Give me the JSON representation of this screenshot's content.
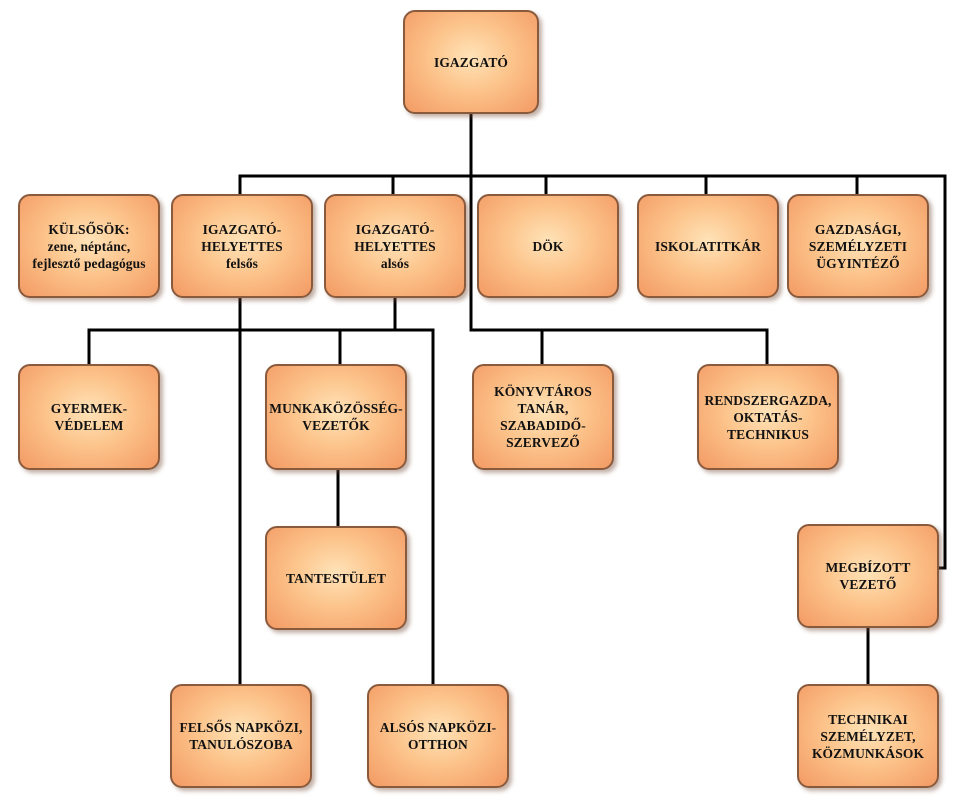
{
  "nodes": {
    "root": "IGAZGATÓ",
    "kulsosok": "KÜLSŐSÖK:\nzene, néptánc,\nfejlesztő pedagógus",
    "ih_felso": "IGAZGATÓ-\nHELYETTES\nfelsős",
    "ih_also": "IGAZGATÓ-\nHELYETTES\nalsós",
    "dok": "DÖK",
    "iskolatitkar": "ISKOLATITKÁR",
    "gazdasagi": "GAZDASÁGI,\nSZEMÉLYZETI\nÜGYINTÉZŐ",
    "gyermekvedelem": "GYERMEK-\nVÉDELEM",
    "munkakozosseg": "MUNKAKÖZÖSSÉG-\nVEZETŐK",
    "konyvtaros": "KÖNYVTÁROS\nTANÁR,\nSZABADIDŐ-\nSZERVEZŐ",
    "rendszergazda": "RENDSZERGAZDA,\nOKTATÁS-\nTECHNIKUS",
    "tantestulet": "TANTESTÜLET",
    "megbizott": "MEGBÍZOTT\nVEZETŐ",
    "felso_napkozi": "FELSŐS NAPKÖZI,\nTANULÓSZOBA",
    "also_napkozi": "ALSÓS NAPKÖZI-\nOTTHON",
    "technikai": "TECHNIKAI\nSZEMÉLYZET,\nKÖZMUNKÁSOK"
  },
  "colors": {
    "box_light": "#ffe3b8",
    "box_dark": "#f39a64",
    "box_border": "#8a5a3c",
    "connector": "#000000"
  }
}
